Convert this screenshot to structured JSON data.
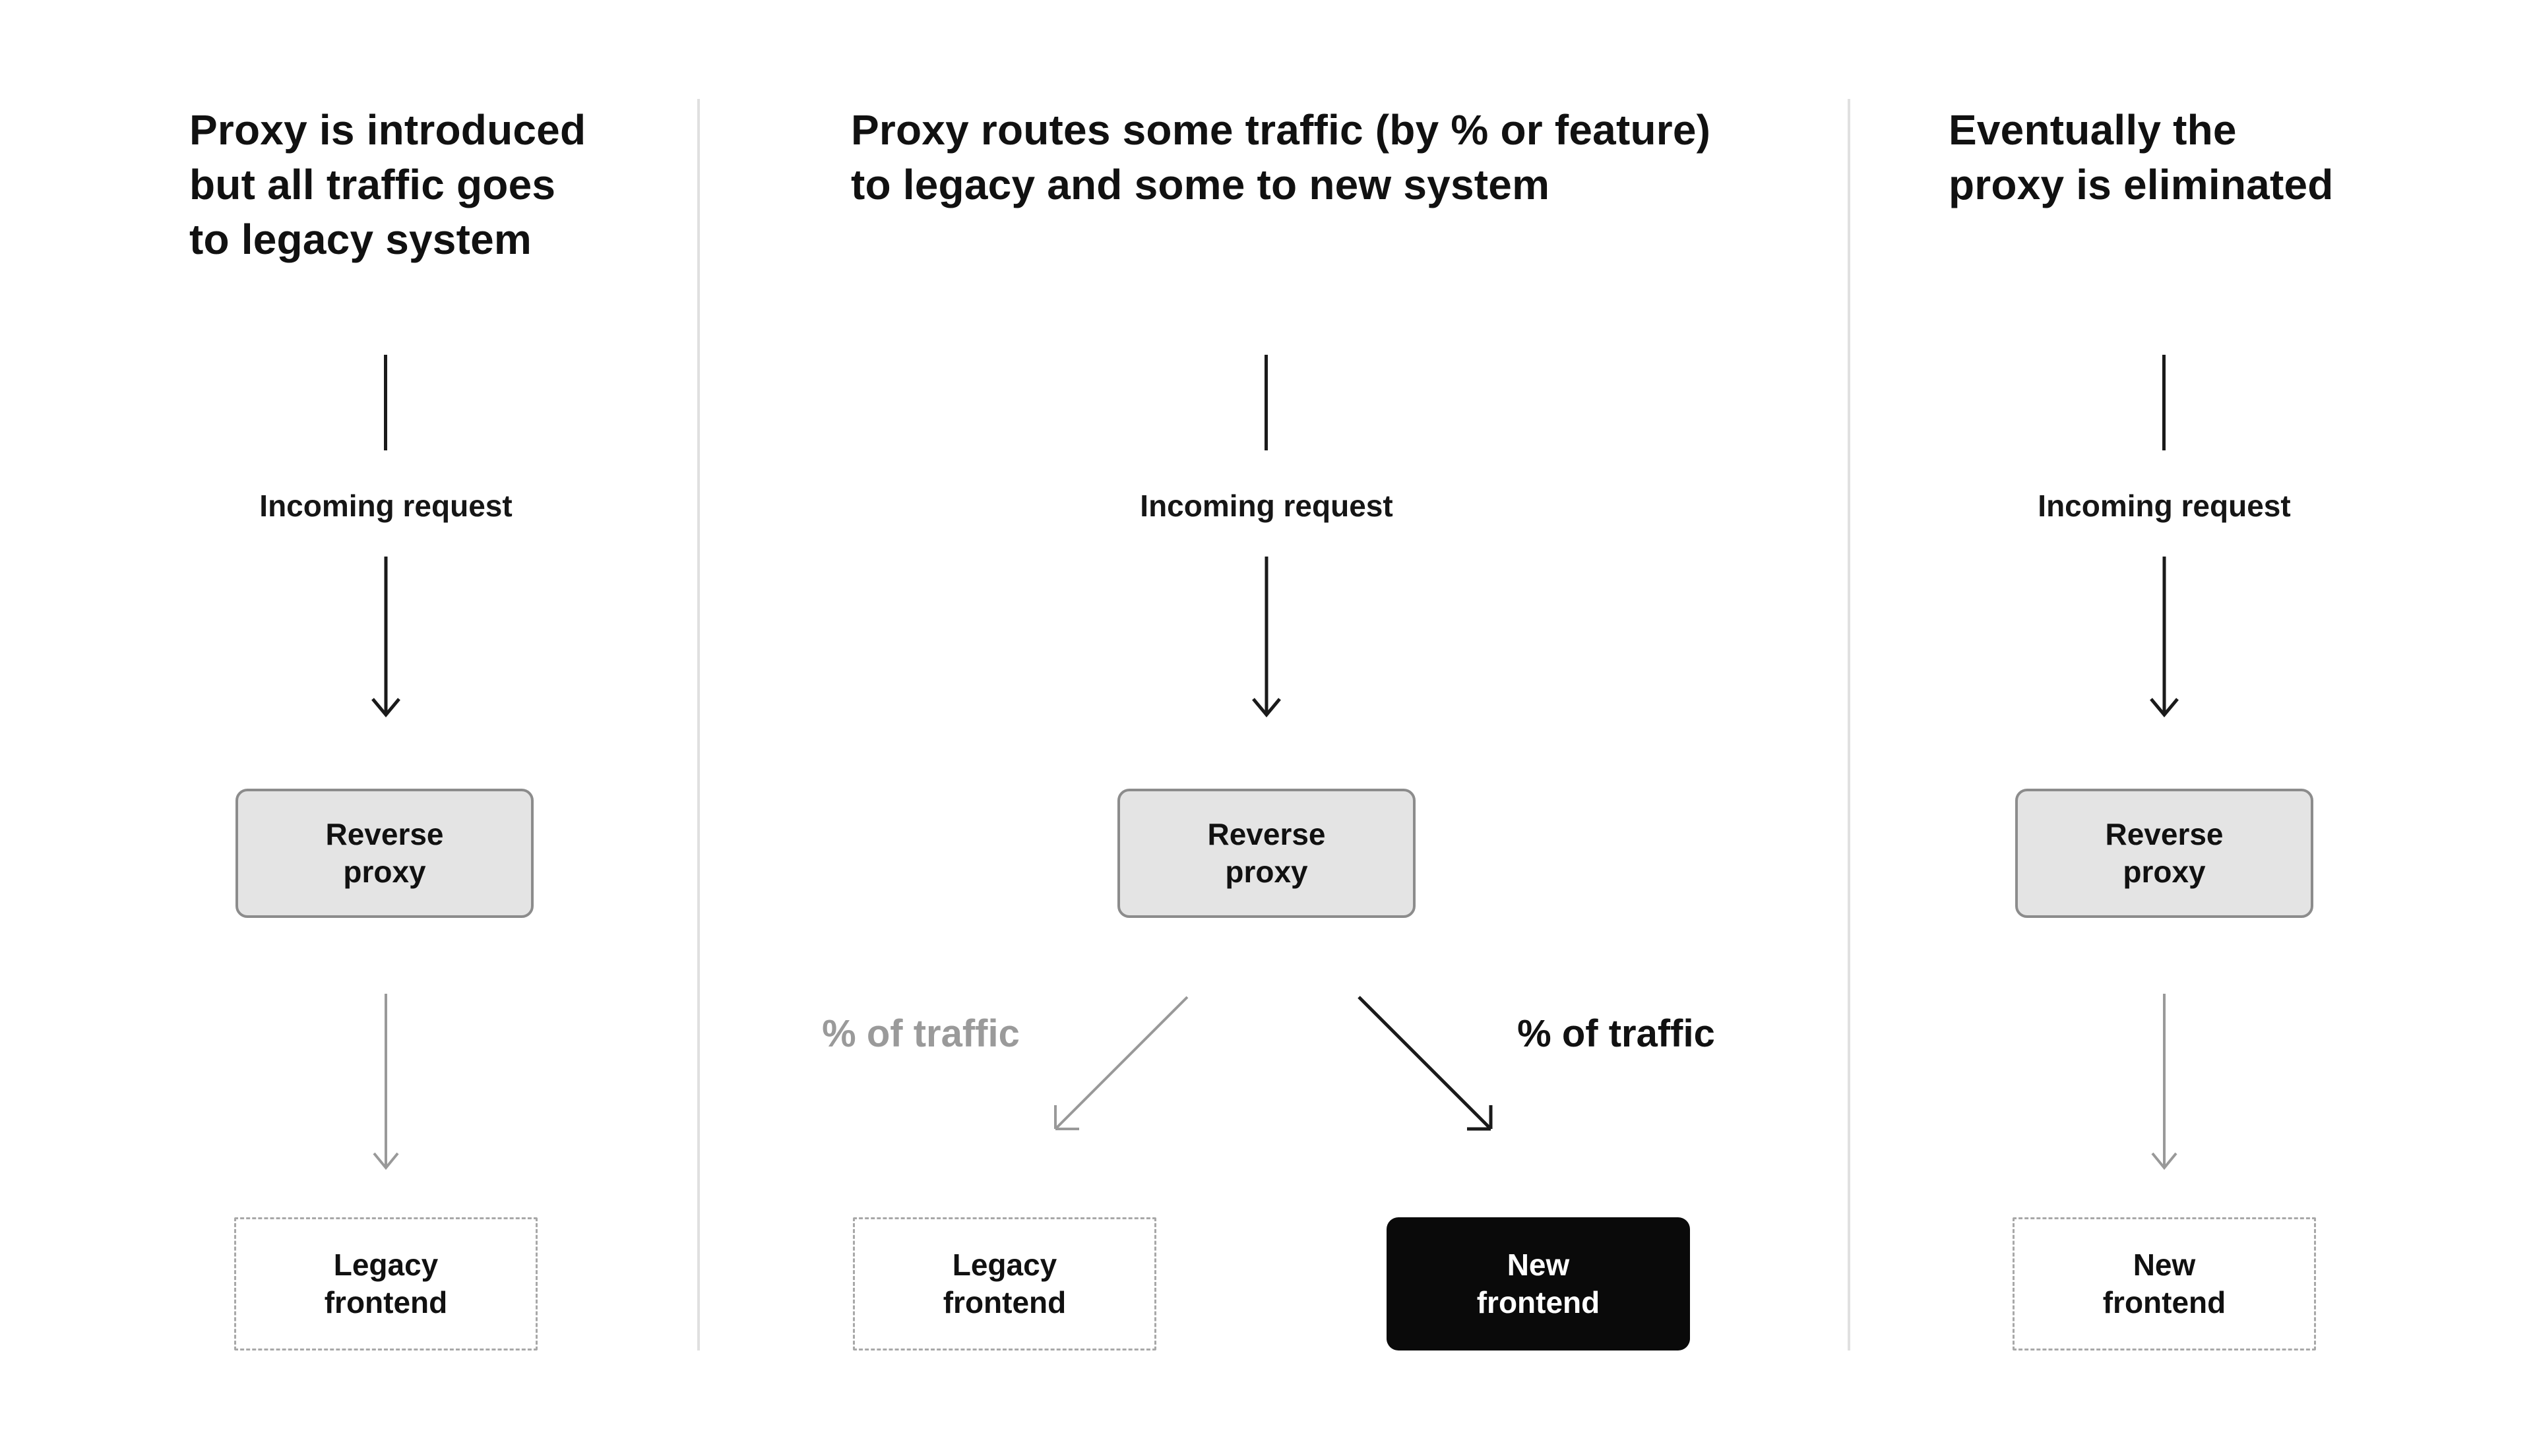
{
  "colors": {
    "background": "#ffffff",
    "text_primary": "#111111",
    "muted_gray": "#9a9a9a",
    "arrow_black": "#1a1a1a",
    "arrow_gray": "#999999",
    "proxy_box_fill": "#e4e4e4",
    "proxy_box_border": "#8c8c8c",
    "dashed_box_border": "#a8a8a8",
    "black_box_fill": "#0a0a0a",
    "black_box_text": "#ffffff",
    "divider": "#e0e0e0"
  },
  "icons": {
    "down_arrow_black": "arrow-down",
    "down_arrow_gray": "arrow-down",
    "diagonal_arrow_to_legacy": "arrow-down-left",
    "diagonal_arrow_to_new": "arrow-down-right"
  },
  "panels": [
    {
      "title": "Proxy is introduced\nbut all traffic goes\nto legacy system",
      "incoming_request_label": "Incoming request",
      "reverse_proxy_label": "Reverse\nproxy",
      "targets": {
        "legacy": "Legacy\nfrontend"
      }
    },
    {
      "title": "Proxy routes some traffic (by % or feature)\nto legacy and some to new system",
      "incoming_request_label": "Incoming request",
      "reverse_proxy_label": "Reverse\nproxy",
      "traffic_split": {
        "to_legacy_label": "% of traffic",
        "to_new_label": "% of traffic"
      },
      "targets": {
        "legacy": "Legacy\nfrontend",
        "new": "New\nfrontend"
      }
    },
    {
      "title": "Eventually the\nproxy is eliminated",
      "incoming_request_label": "Incoming request",
      "reverse_proxy_label": "Reverse\nproxy",
      "targets": {
        "new": "New\nfrontend"
      }
    }
  ]
}
